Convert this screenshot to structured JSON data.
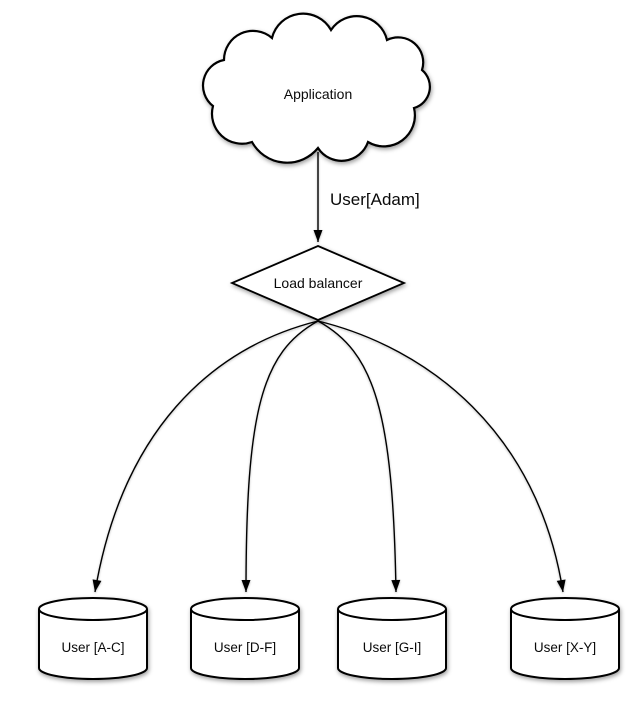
{
  "diagram": {
    "background_color": "#ffffff",
    "line_color": "#000000",
    "shape_fill": "#ffffff",
    "nodes": {
      "application": {
        "label": "Application",
        "shape": "cloud"
      },
      "load_balancer": {
        "label": "Load balancer",
        "shape": "diamond"
      },
      "shards": [
        {
          "label": "User [A-C]",
          "shape": "cylinder"
        },
        {
          "label": "User [D-F]",
          "shape": "cylinder"
        },
        {
          "label": "User [G-I]",
          "shape": "cylinder"
        },
        {
          "label": "User [X-Y]",
          "shape": "cylinder"
        }
      ]
    },
    "edges": [
      {
        "from": "application",
        "to": "load_balancer",
        "label": "User[Adam]"
      },
      {
        "from": "load_balancer",
        "to": "shard-a-c",
        "label": ""
      },
      {
        "from": "load_balancer",
        "to": "shard-d-f",
        "label": ""
      },
      {
        "from": "load_balancer",
        "to": "shard-g-i",
        "label": ""
      },
      {
        "from": "load_balancer",
        "to": "shard-x-y",
        "label": ""
      }
    ]
  }
}
